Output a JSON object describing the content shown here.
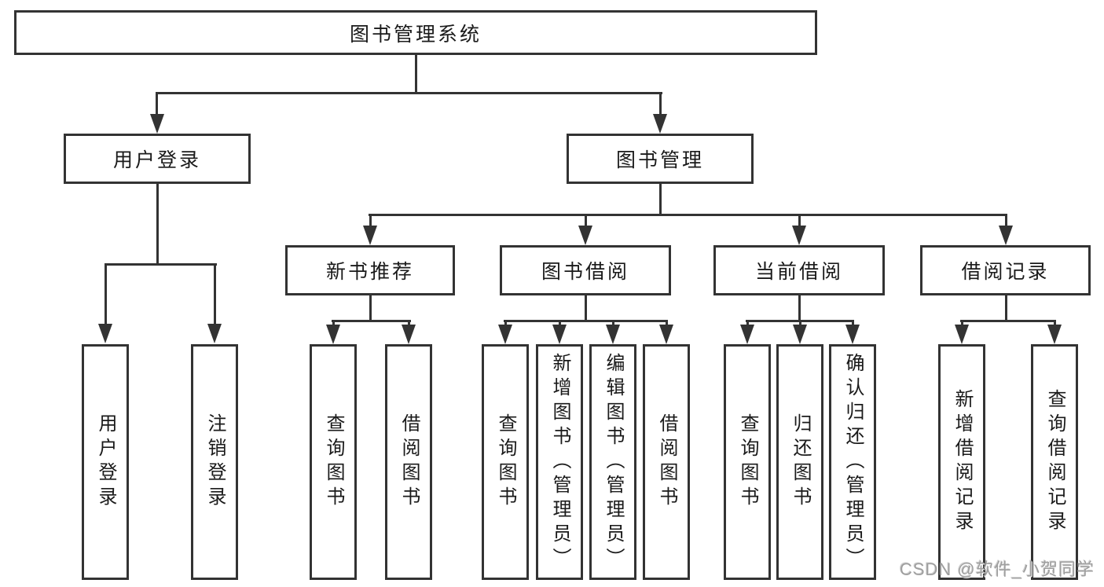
{
  "nodes": {
    "root": "图书管理系统",
    "level2": [
      "用户登录",
      "图书管理"
    ],
    "level3": [
      "新书推荐",
      "图书借阅",
      "当前借阅",
      "借阅记录"
    ],
    "leaves": [
      "用户登录",
      "注销登录",
      "查询图书",
      "借阅图书",
      "查询图书",
      "新增图书（管理员）",
      "编辑图书（管理员）",
      "借阅图书",
      "查询图书",
      "归还图书",
      "确认归还（管理员）",
      "新增借阅记录",
      "查询借阅记录"
    ]
  },
  "watermark": "CSDN @软件_小贺同学",
  "colors": {
    "line": "#333333",
    "text": "#1a1a1a",
    "background": "#ffffff",
    "watermark": "#9e9e9e"
  }
}
